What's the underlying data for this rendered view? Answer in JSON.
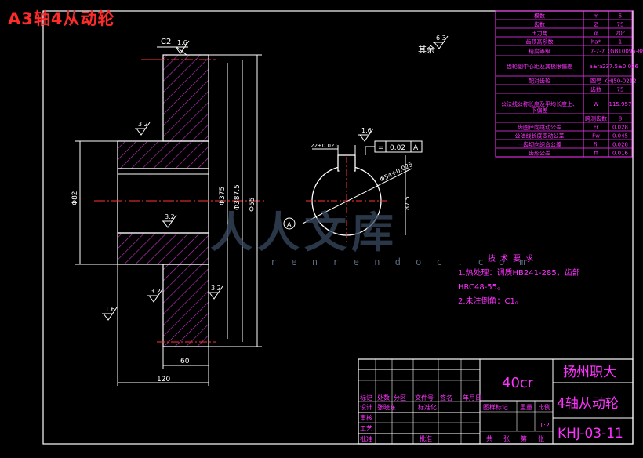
{
  "header": {
    "title": "A3轴4从动轮"
  },
  "params_table": {
    "rows": [
      {
        "label": "模数",
        "symbol": "m",
        "value": "5"
      },
      {
        "label": "齿数",
        "symbol": "Z",
        "value": "75"
      },
      {
        "label": "压力角",
        "symbol": "α",
        "value": "20°"
      },
      {
        "label": "齿顶高系数",
        "symbol": "ha*",
        "value": "1"
      },
      {
        "label": "精度等级",
        "symbol": "",
        "value": "7-7-7（GB10095-88）"
      },
      {
        "label": "齿轮副中心距及其极限偏差",
        "symbol": "a±fa",
        "value": "237.5±0.036"
      },
      {
        "label": "配对齿轮",
        "symbol": "图号",
        "value": "KHJ50-0212"
      },
      {
        "label": "",
        "symbol": "齿数",
        "value": "75"
      },
      {
        "label": "公法线公称长度及平均长度上、下偏差",
        "symbol": "W",
        "value": "115.957"
      },
      {
        "label": "",
        "symbol": "跨测齿数",
        "value": "8"
      },
      {
        "label": "齿圈径向跳动公差",
        "symbol": "Fr",
        "value": "0.028"
      },
      {
        "label": "公法线长度变动公差",
        "symbol": "Fw",
        "value": "0.045"
      },
      {
        "label": "一齿切向综合公差",
        "symbol": "fi'",
        "value": "0.028"
      },
      {
        "label": "齿形公差",
        "symbol": "ff",
        "value": "0.016"
      }
    ]
  },
  "drawing": {
    "roughness_other": "其余",
    "roughness_values": [
      "6.3",
      "3.2",
      "3.2",
      "1.6",
      "3.2",
      "1.6",
      "3.2",
      "1.6"
    ],
    "chamfer_label": "C2",
    "dims": {
      "d_root": "Φ375",
      "d_tip": "Φ387.5",
      "d_hub": "Φ82",
      "d_bore": "Φ55",
      "width_hub": "60",
      "width_total": "120",
      "key_width": "22±0.021",
      "key_depth": "87.5",
      "bore_tol": "Φ54+0.025"
    },
    "datum_label": "A",
    "tolerance_frame": [
      "=",
      "0.02",
      "A"
    ]
  },
  "tech_req": {
    "title": "技术要求",
    "lines": [
      "1.热处理：调质HB241-285，齿部",
      "HRC48-55。",
      "2.未注倒角：C1。"
    ]
  },
  "watermark": {
    "cn": "人人文库",
    "url": "r e n r e n d o c . c o m"
  },
  "title_block": {
    "material": "40cr",
    "school": "扬州职大",
    "part_name": "4轴从动轮",
    "drawing_no": "KHJ-03-11",
    "left_labels": [
      "标记",
      "处数",
      "分区",
      "文件号",
      "签名",
      "年月日"
    ],
    "row_labels": [
      "设计",
      "审核",
      "工艺",
      "批准"
    ],
    "designer_cells": [
      "张晓东",
      "标准化"
    ],
    "stage_labels": [
      "图样标记",
      "重量",
      "比例"
    ],
    "scale_value": "1:2",
    "sheet_labels": [
      "共",
      "张",
      "第",
      "张"
    ],
    "approve_cell": "批准"
  }
}
